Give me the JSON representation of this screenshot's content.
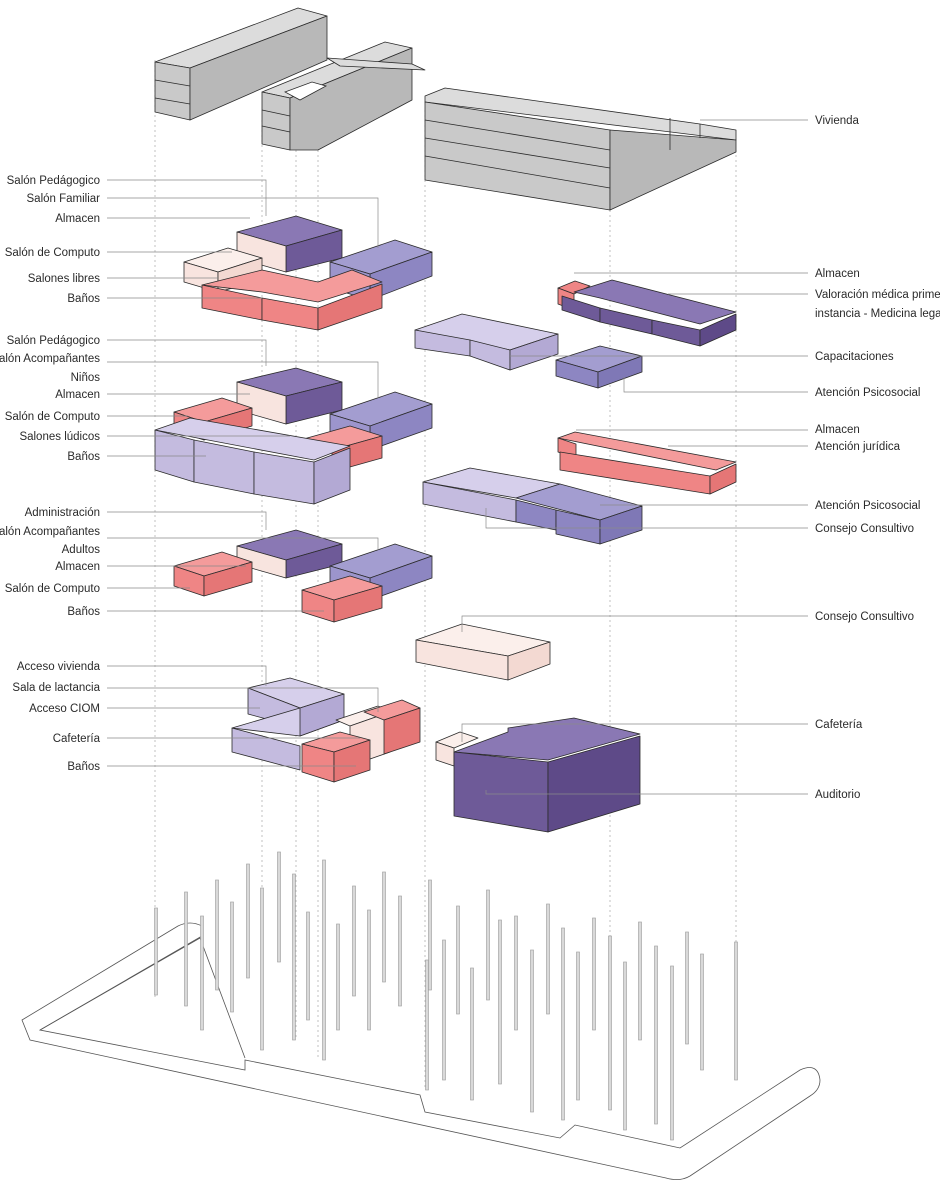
{
  "colors": {
    "gray": "#c9c9c9",
    "dark_purple": "#6e5a98",
    "blue_purple": "#8d86c2",
    "lavender": "#c4bbdf",
    "salmon": "#ef8585",
    "cream": "#f8e4df"
  },
  "labels": {
    "vivienda": "Vivienda",
    "l1_salon_pedagogico": "Salón Pedágogico",
    "l1_salon_familiar": "Salón Familiar",
    "l1_almacen": "Almacen",
    "l1_salon_computo": "Salón de Computo",
    "l1_salones_libres": "Salones libres",
    "l1_banos": "Baños",
    "r1_almacen": "Almacen",
    "r1_valoracion_1": "Valoración médica primera",
    "r1_valoracion_2": "instancia - Medicina legal",
    "r1_capacitaciones": "Capacitaciones",
    "r1_atencion_psicosocial": "Atención Psicosocial",
    "l2_salon_pedagogico": "Salón Pedágogico",
    "l2_salon_acompanantes": "Salón Acompañantes",
    "l2_ninos": "Niños",
    "l2_almacen": "Almacen",
    "l2_salon_computo": "Salón de Computo",
    "l2_salones_ludicos": "Salones lúdicos",
    "l2_banos": "Baños",
    "r2_almacen": "Almacen",
    "r2_atencion_juridica": "Atención jurídica",
    "r2_atencion_psicosocial": "Atención Psicosocial",
    "r2_consejo_consultivo": "Consejo Consultivo",
    "l3_administracion": "Administración",
    "l3_salon_acompanantes": "Salón Acompañantes",
    "l3_adultos": "Adultos",
    "l3_almacen": "Almacen",
    "l3_salon_computo": "Salón de Computo",
    "l3_banos": "Baños",
    "r3_consejo_consultivo": "Consejo Consultivo",
    "l4_acceso_vivienda": "Acceso vivienda",
    "l4_sala_lactancia": "Sala de lactancia",
    "l4_acceso_ciom": "Acceso CIOM",
    "l4_cafeteria": "Cafetería",
    "l4_banos": "Baños",
    "r4_cafeteria": "Cafetería",
    "r4_auditorio": "Auditorio"
  }
}
